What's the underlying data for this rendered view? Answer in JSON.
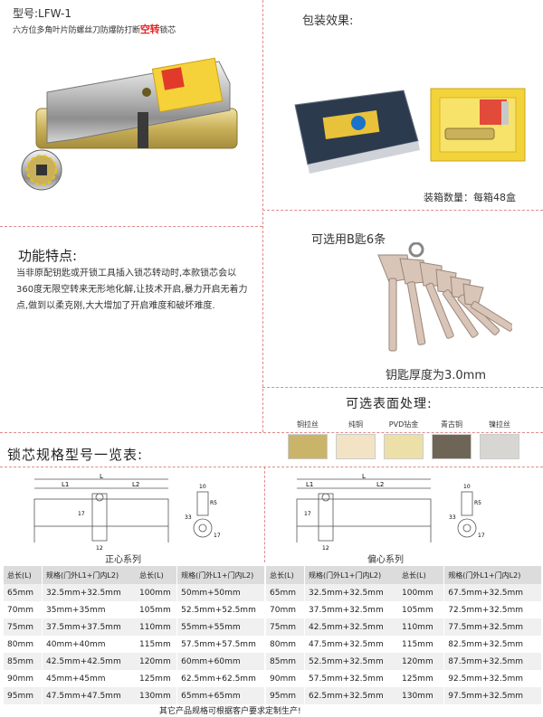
{
  "product": {
    "model": "型号:LFW-1",
    "subtitle_pre": "六方位多角叶片防螺丝刀防爆防打断",
    "subtitle_red": "空转",
    "subtitle_post": "锁芯"
  },
  "packaging": {
    "title": "包装效果:",
    "count": "装箱数量：每箱48盒"
  },
  "features": {
    "title": "功能特点:",
    "text": "当非原配钥匙或开锁工具插入锁芯转动时,本款锁芯会以360度无限空转来无形地化解,让技术开启,暴力开启无着力点,做到以柔克刚,大大增加了开启难度和破坏难度."
  },
  "keys": {
    "title": "可选用B匙6条",
    "thickness": "钥匙厚度为3.0mm"
  },
  "surface": {
    "title": "可选表面处理:",
    "options": [
      {
        "label": "铜拉丝",
        "color": "#c9b46a"
      },
      {
        "label": "纯铜",
        "color": "#f2e3c4"
      },
      {
        "label": "PVD钻金",
        "color": "#ece0a8"
      },
      {
        "label": "青古铜",
        "color": "#6f6556"
      },
      {
        "label": "镍拉丝",
        "color": "#d8d6d2"
      }
    ]
  },
  "specs": {
    "title": "锁芯规格型号一览表:",
    "drawing_labels": {
      "L": "L",
      "L1": "L1",
      "L2": "L2",
      "d10": "10",
      "r5": "R5",
      "d33": "33",
      "d17": "17",
      "d12": "12",
      "d17b": "17"
    },
    "series_center": "正心系列",
    "series_offset": "偏心系列",
    "header_len": "总长(L)",
    "header_spec": "规格(门外L1+门内L2)",
    "center_left": [
      [
        "65mm",
        "32.5mm+32.5mm"
      ],
      [
        "70mm",
        "35mm+35mm"
      ],
      [
        "75mm",
        "37.5mm+37.5mm"
      ],
      [
        "80mm",
        "40mm+40mm"
      ],
      [
        "85mm",
        "42.5mm+42.5mm"
      ],
      [
        "90mm",
        "45mm+45mm"
      ],
      [
        "95mm",
        "47.5mm+47.5mm"
      ]
    ],
    "center_right": [
      [
        "100mm",
        "50mm+50mm"
      ],
      [
        "105mm",
        "52.5mm+52.5mm"
      ],
      [
        "110mm",
        "55mm+55mm"
      ],
      [
        "115mm",
        "57.5mm+57.5mm"
      ],
      [
        "120mm",
        "60mm+60mm"
      ],
      [
        "125mm",
        "62.5mm+62.5mm"
      ],
      [
        "130mm",
        "65mm+65mm"
      ]
    ],
    "offset_left": [
      [
        "65mm",
        "32.5mm+32.5mm"
      ],
      [
        "70mm",
        "37.5mm+32.5mm"
      ],
      [
        "75mm",
        "42.5mm+32.5mm"
      ],
      [
        "80mm",
        "47.5mm+32.5mm"
      ],
      [
        "85mm",
        "52.5mm+32.5mm"
      ],
      [
        "90mm",
        "57.5mm+32.5mm"
      ],
      [
        "95mm",
        "62.5mm+32.5mm"
      ]
    ],
    "offset_right": [
      [
        "100mm",
        "67.5mm+32.5mm"
      ],
      [
        "105mm",
        "72.5mm+32.5mm"
      ],
      [
        "110mm",
        "77.5mm+32.5mm"
      ],
      [
        "115mm",
        "82.5mm+32.5mm"
      ],
      [
        "120mm",
        "87.5mm+32.5mm"
      ],
      [
        "125mm",
        "92.5mm+32.5mm"
      ],
      [
        "130mm",
        "97.5mm+32.5mm"
      ]
    ],
    "footer": "其它产品规格可根据客户要求定制生产!"
  }
}
